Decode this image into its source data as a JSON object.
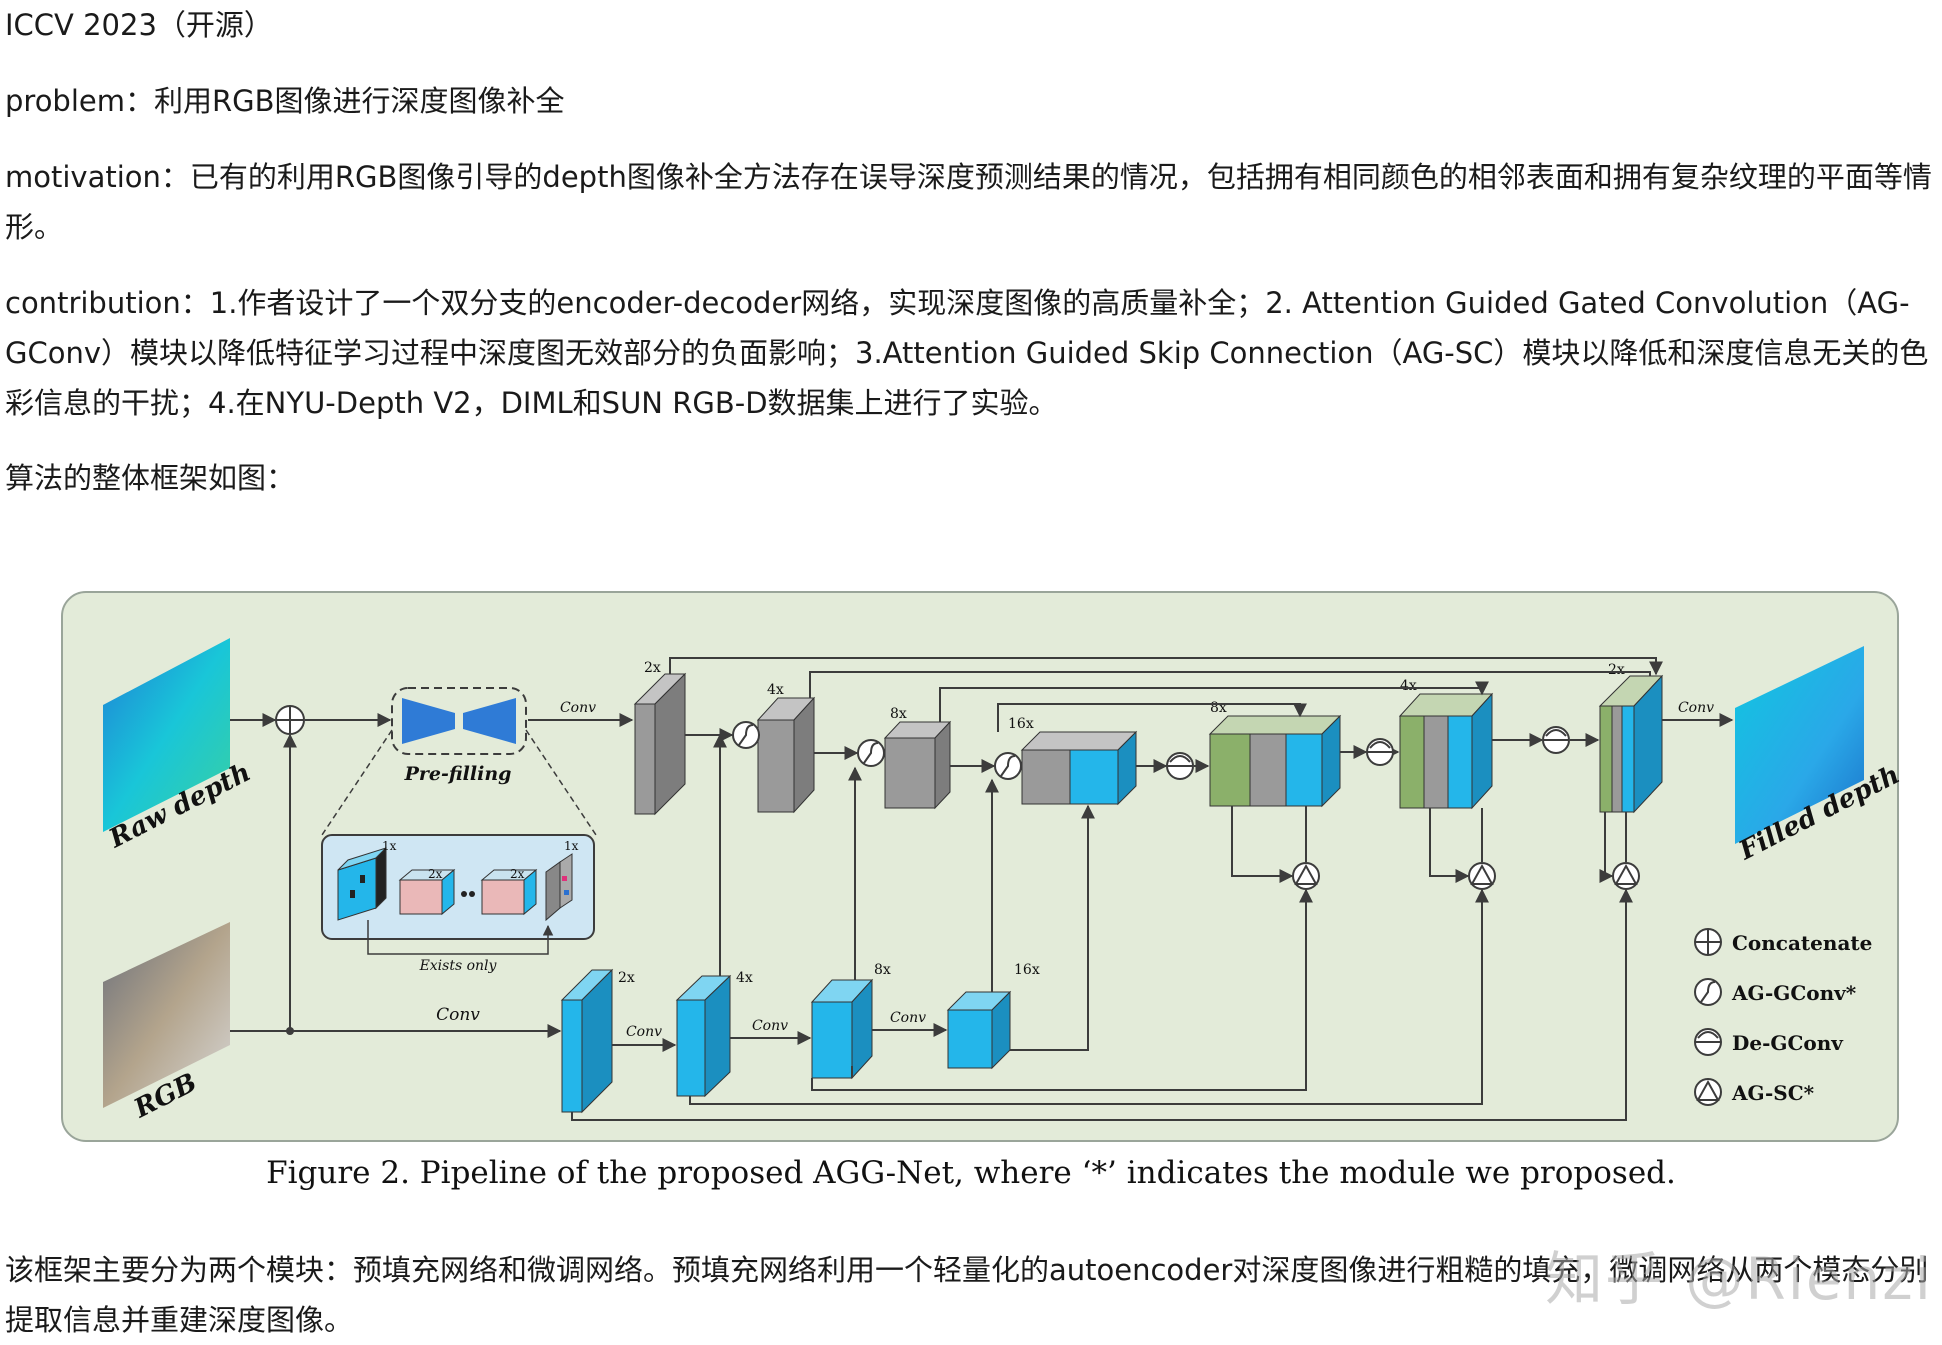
{
  "paragraphs": {
    "title": "ICCV 2023（开源）",
    "problem": "problem：利用RGB图像进行深度图像补全",
    "motivation": "motivation：已有的利用RGB图像引导的depth图像补全方法存在误导深度预测结果的情况，包括拥有相同颜色的相邻表面和拥有复杂纹理的平面等情形。",
    "contribution": "contribution：1.作者设计了一个双分支的encoder-decoder网络，实现深度图像的高质量补全；2. Attention Guided Gated Convolution（AG-GConv）模块以降低特征学习过程中深度图无效部分的负面影响；3.Attention Guided Skip Connection（AG-SC）模块以降低和深度信息无关的色彩信息的干扰；4.在NYU-Depth V2，DIML和SUN RGB-D数据集上进行了实验。",
    "intro": "算法的整体框架如图：",
    "body": "该框架主要分为两个模块：预填充网络和微调网络。预填充网络利用一个轻量化的autoencoder对深度图像进行粗糙的填充，微调网络从两个模态分别提取信息并重建深度图像。"
  },
  "figure": {
    "caption": "Figure 2. Pipeline of the proposed AGG-Net, where ‘*’ indicates the module we proposed.",
    "labels": {
      "raw_depth": "Raw depth",
      "rgb": "RGB",
      "filled_depth": "Filled depth",
      "pre_filling": "Pre-filling",
      "exists_only": "Exists only",
      "conv": "Conv"
    },
    "scales": {
      "s1x": "1x",
      "s2x": "2x",
      "s4x": "4x",
      "s8x": "8x",
      "s16x": "16x"
    },
    "legend": [
      {
        "symbol": "concatenate",
        "label": "Concatenate"
      },
      {
        "symbol": "ag-gconv",
        "label": "AG-GConv*"
      },
      {
        "symbol": "de-gconv",
        "label": "De-GConv"
      },
      {
        "symbol": "ag-sc",
        "label": "AG-SC*"
      }
    ],
    "colors": {
      "panel_bg": "#e3ebd9",
      "panel_border": "#9aa59a",
      "gray_block": "#9a9a9a",
      "blue_block": "#24b6ea",
      "green_block": "#8bb06a",
      "line": "#3c3c3c",
      "inset_bg": "#cfe6f3"
    }
  },
  "watermark": "知乎 @Rienzi"
}
